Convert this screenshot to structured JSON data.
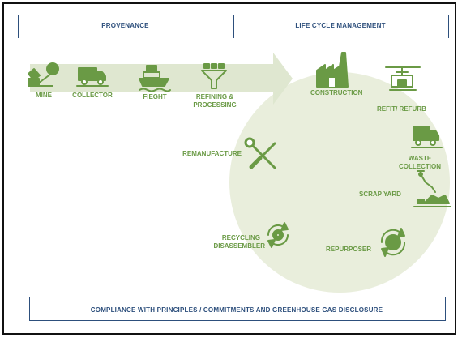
{
  "header": {
    "provenance": "PROVENANCE",
    "life_cycle": "LIFE CYCLE MANAGEMENT"
  },
  "footer": {
    "compliance": "COMPLIANCE WITH PRINCIPLES / COMMITMENTS AND GREENHOUSE GAS DISCLOSURE"
  },
  "stages": {
    "mine": "MINE",
    "collector": "COLLECTOR",
    "freight": "FIEGHT",
    "refining": "REFINING &",
    "processing": "PROCESSING",
    "construction": "CONSTRUCTION",
    "refit": "REFIT/ REFURB",
    "waste": "WASTE",
    "collection": "COLLECTION",
    "scrap_yard": "SCRAP  YARD",
    "remanufacture": "REMANUFACTURE",
    "recycling": "RECYCLING",
    "disassembler": "DISASSEMBLER",
    "repurposer": "REPURPOSER"
  },
  "colors": {
    "icon_green": "#6a9a45",
    "pale_green": "#e9eedc",
    "arrow_green": "#dde6cd",
    "header_blue": "#2d4f7c"
  }
}
